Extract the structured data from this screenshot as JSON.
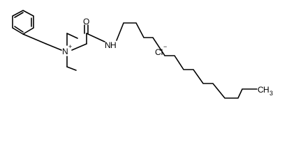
{
  "labels": {
    "nitrogen_quaternary": "N",
    "charge_plus": "+",
    "oxygen": "O",
    "nitrogen_amide": "N",
    "amide_hydrogen": "H",
    "chloride": "Cl",
    "charge_minus": "−",
    "terminal_carbon": "C",
    "terminal_hydrogen": "H",
    "terminal_subscript": "3"
  }
}
